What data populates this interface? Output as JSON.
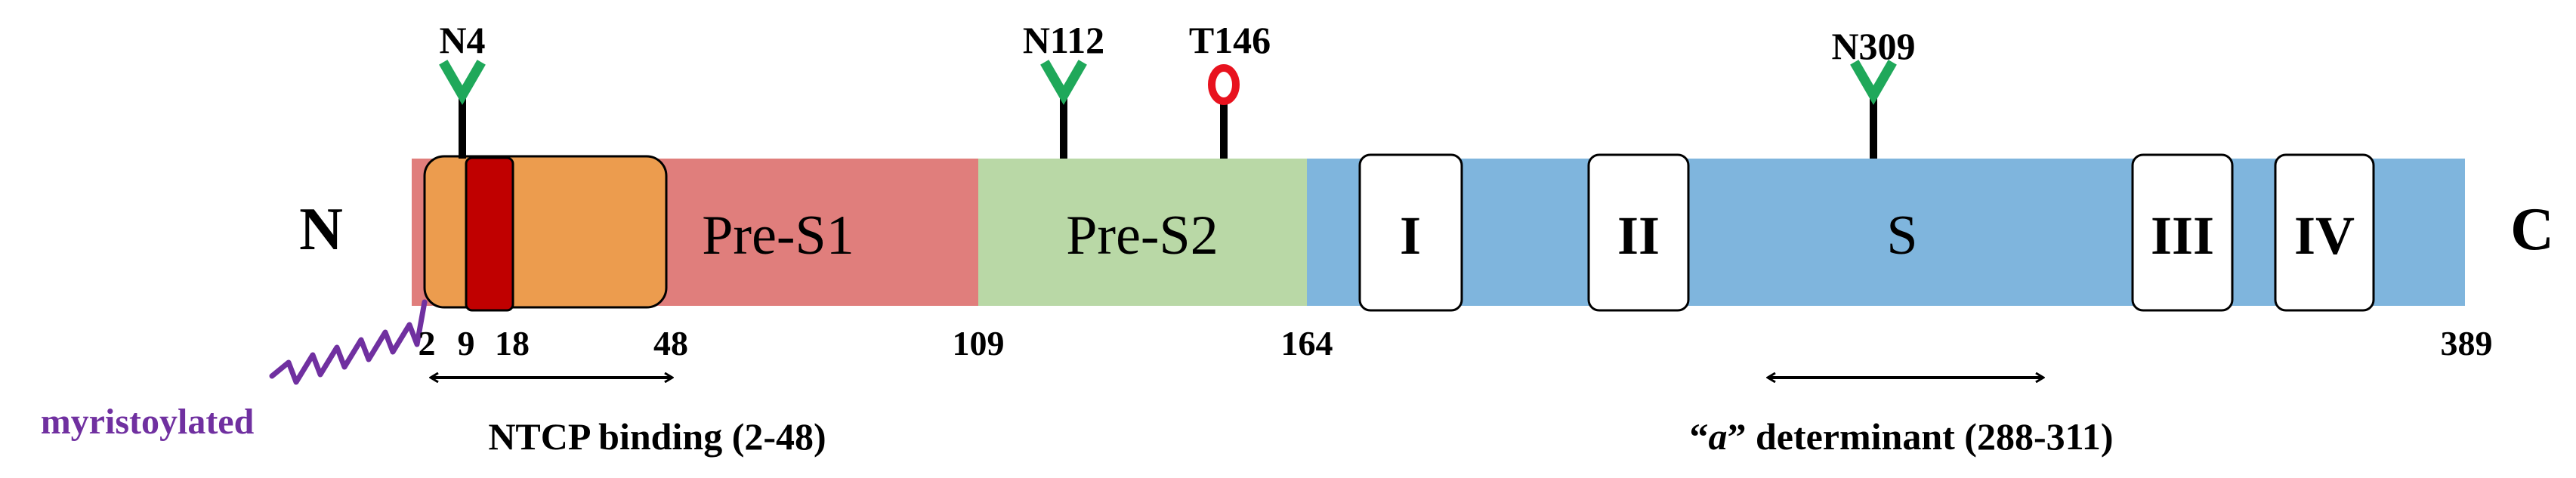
{
  "terminals": {
    "n": "N",
    "c": "C"
  },
  "colors": {
    "pres1": "#E07E7C",
    "ntcp": "#EC9C4E",
    "myr_box": "#C00000",
    "pres2": "#B9D8A6",
    "s": "#7FB5DD",
    "n_glycan": "#1FA85A",
    "o_glycan": "#E8121E",
    "myr": "#7030A0"
  },
  "regions": {
    "pres1": "Pre-S1",
    "pres2": "Pre-S2",
    "s": "S"
  },
  "tm_domains": [
    "I",
    "II",
    "III",
    "IV"
  ],
  "glycosylation_sites": [
    {
      "label": "N4",
      "icon": "n-glycan-icon"
    },
    {
      "label": "N112",
      "icon": "n-glycan-icon"
    },
    {
      "label": "T146",
      "icon": "o-glycan-icon"
    },
    {
      "label": "N309",
      "icon": "n-glycan-icon"
    }
  ],
  "positions": {
    "p2": "2",
    "p9": "9",
    "p18": "18",
    "p48": "48",
    "p109": "109",
    "p164": "164",
    "p389": "389"
  },
  "annotations": {
    "myristoylated": "myristoylated",
    "ntcp_binding": "NTCP binding (2-48)",
    "a_determinant_quote_open": "“",
    "a_determinant_italic": "a",
    "a_determinant_rest": "” determinant (288-311)"
  }
}
